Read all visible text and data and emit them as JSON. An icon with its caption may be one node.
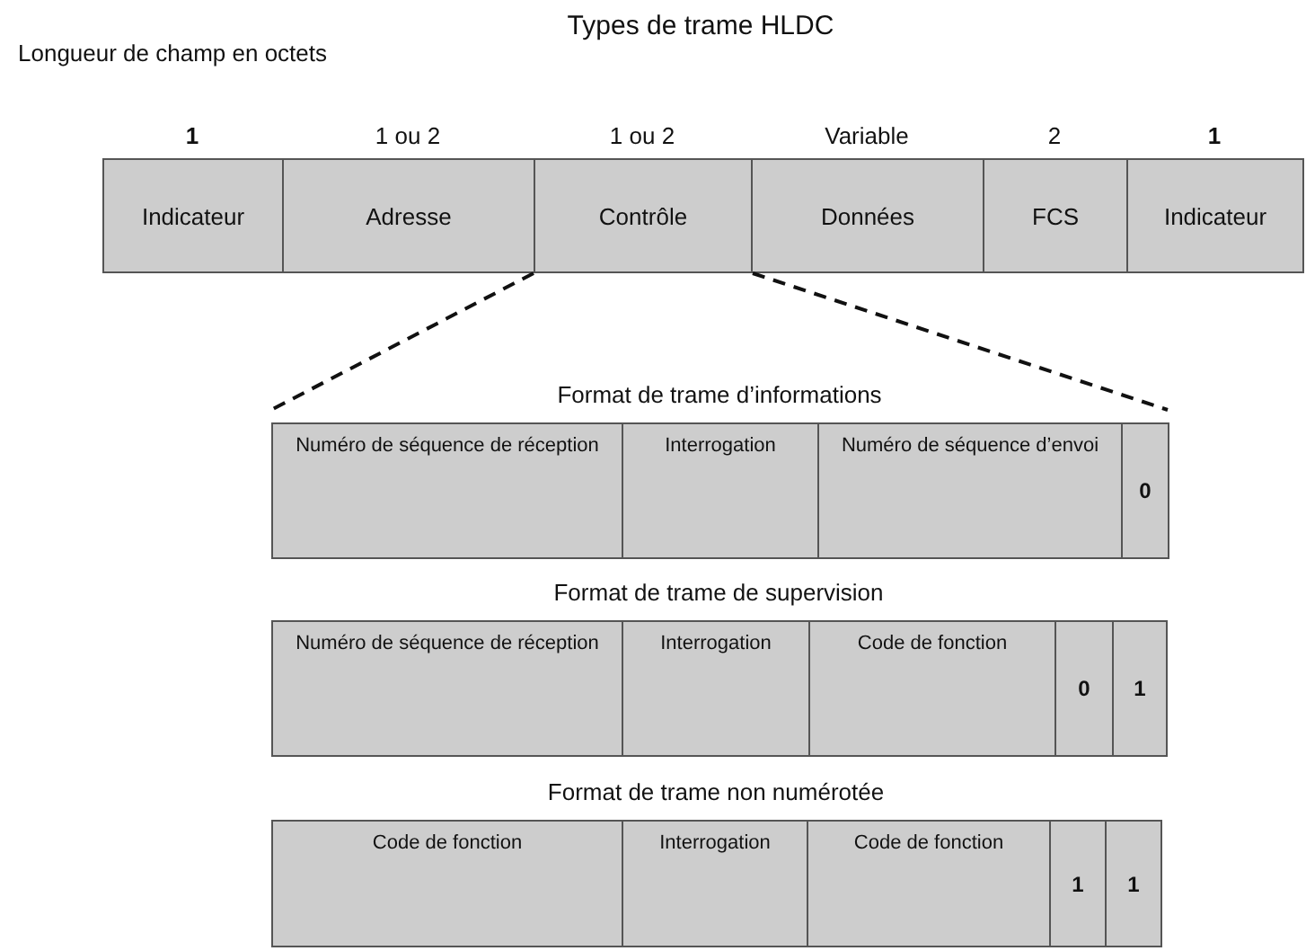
{
  "diagram": {
    "title": "Types de trame HLDC",
    "nodes": [
      {
        "text": [
          "Indicateur"
        ],
        "beside": [
          "1"
        ]
      },
      {
        "text": [
          "Adresse"
        ],
        "beside": [
          "1 ou 2"
        ]
      },
      {
        "text": [
          "Contrôle"
        ],
        "beside": [
          "1 ou 2"
        ]
      },
      {
        "text": [
          "Données"
        ],
        "beside": [
          "Variable"
        ]
      },
      {
        "text": [
          "FCS"
        ],
        "beside": [
          "2"
        ]
      },
      {
        "text": [
          "Indicateur"
        ],
        "beside": [
          "1"
        ]
      },
      {
        "text": [
          "Format de trame d’informations"
        ]
      },
      {
        "text": [
          "Numéro de séquence de réception"
        ],
        "in": 6
      },
      {
        "text": [
          "Interrogation"
        ],
        "in": 6
      },
      {
        "text": [
          "Numéro de séquence d’envoi"
        ],
        "in": 6
      },
      {
        "text": [
          "0"
        ],
        "in": 6
      },
      {
        "text": [
          "Format de trame de supervision"
        ]
      },
      {
        "text": [
          "Numéro de séquence de réception"
        ],
        "in": 11
      },
      {
        "text": [
          "Interrogation"
        ],
        "in": 11
      },
      {
        "text": [
          "Code de fonction"
        ],
        "in": 11
      },
      {
        "text": [
          "0"
        ],
        "in": 11
      },
      {
        "text": [
          "1"
        ],
        "in": 11
      },
      {
        "text": [
          "Format de trame non numérotée"
        ]
      },
      {
        "text": [
          "Code de fonction"
        ],
        "in": 17
      },
      {
        "text": [
          "Interrogation"
        ],
        "in": 17
      },
      {
        "text": [
          "Code de fonction"
        ],
        "in": 17
      },
      {
        "text": [
          "1"
        ],
        "in": 17
      },
      {
        "text": [
          "1"
        ],
        "in": 17
      }
    ],
    "edges": [
      {
        "from": 2,
        "to": 6,
        "arrow": "none",
        "style": "dashed"
      },
      {
        "from": 2,
        "to": 6,
        "arrow": "none",
        "style": "dashed"
      }
    ],
    "labels": [
      "Longueur de champ en octets"
    ]
  }
}
